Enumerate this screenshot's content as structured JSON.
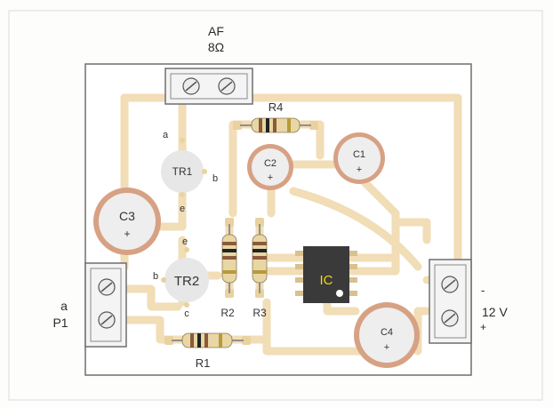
{
  "diagram": {
    "colors": {
      "board": "#ffffff",
      "border": "#6e6e6e",
      "trace": "#f1ddb6",
      "pad": "#e9d29f",
      "cap_ring": "#d7a184",
      "cap_body": "#eeeeee",
      "transistor": "#e7e7e7",
      "ic_body": "#3a3a3a",
      "ic_label": "#f2d21c",
      "resistor_body": "#e8d6a4",
      "connector": "#f4f4f4"
    },
    "labels": {
      "af": "AF",
      "af_ohm": "8Ω",
      "p1_a": "a",
      "p1": "P1",
      "supply": "12 V",
      "supply_minus": "-",
      "supply_plus": "+"
    },
    "components": {
      "r4": "R4",
      "r1": "R1",
      "r2": "R2",
      "r3": "R3",
      "c1": "C1",
      "c1_plus": "+",
      "c2": "C2",
      "c2_plus": "+",
      "c3": "C3",
      "c3_plus": "+",
      "c4": "C4",
      "c4_plus": "+",
      "tr1": "TR1",
      "tr1_a": "a",
      "tr1_b": "b",
      "tr1_e": "e",
      "tr2": "TR2",
      "tr2_e": "e",
      "tr2_b": "b",
      "tr2_c": "c",
      "ic": "IC"
    }
  }
}
